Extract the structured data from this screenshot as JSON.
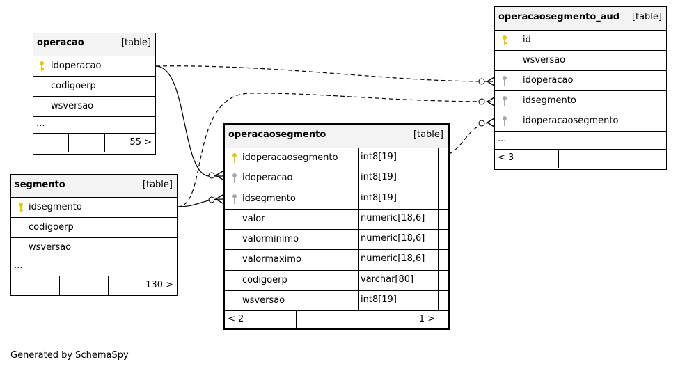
{
  "tables": {
    "operacao": {
      "name": "operacao",
      "kind": "[table]",
      "columns": [
        "idoperacao",
        "codigoerp",
        "wsversao"
      ],
      "more": "...",
      "footer": [
        "",
        "",
        "55 >"
      ]
    },
    "segmento": {
      "name": "segmento",
      "kind": "[table]",
      "columns": [
        "idsegmento",
        "codigoerp",
        "wsversao"
      ],
      "more": "...",
      "footer": [
        "",
        "",
        "130 >"
      ]
    },
    "operacaosegmento": {
      "name": "operacaosegmento",
      "kind": "[table]",
      "columns": [
        {
          "name": "idoperacaosegmento",
          "type": "int8[19]"
        },
        {
          "name": "idoperacao",
          "type": "int8[19]"
        },
        {
          "name": "idsegmento",
          "type": "int8[19]"
        },
        {
          "name": "valor",
          "type": "numeric[18,6]"
        },
        {
          "name": "valorminimo",
          "type": "numeric[18,6]"
        },
        {
          "name": "valormaximo",
          "type": "numeric[18,6]"
        },
        {
          "name": "codigoerp",
          "type": "varchar[80]"
        },
        {
          "name": "wsversao",
          "type": "int8[19]"
        }
      ],
      "footer": [
        "< 2",
        "",
        "1 >"
      ]
    },
    "operacaosegmento_aud": {
      "name": "operacaosegmento_aud",
      "kind": "[table]",
      "columns": [
        "id",
        "wsversao",
        "idoperacao",
        "idsegmento",
        "idoperacaosegmento"
      ],
      "more": "...",
      "footer": [
        "< 3",
        "",
        ""
      ]
    }
  },
  "key_colors": {
    "primary": "#e6c700",
    "foreign": "#a8a8a8"
  },
  "credit": "Generated by SchemaSpy"
}
